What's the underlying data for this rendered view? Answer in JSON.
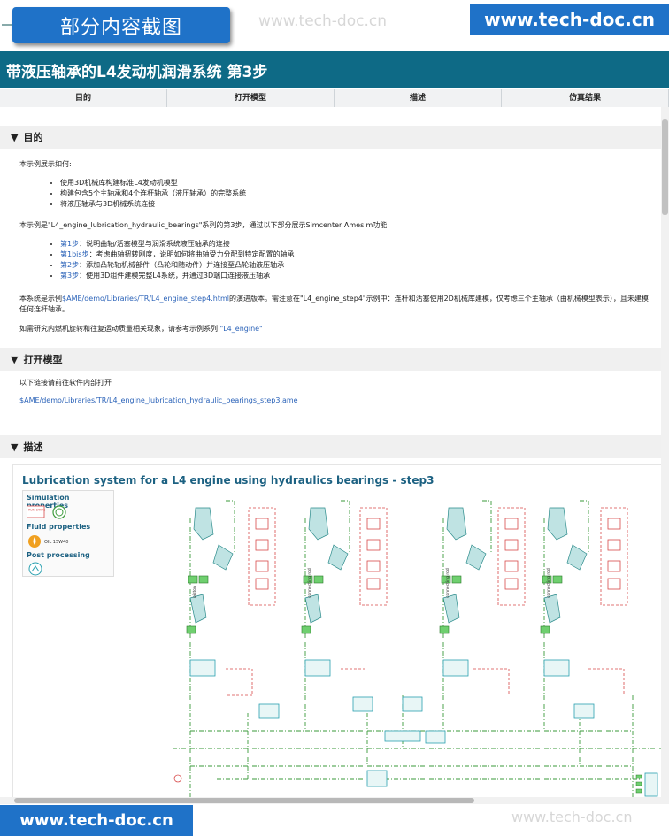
{
  "header": {
    "badge": "部分内容截图",
    "watermark": "www.tech-doc.cn",
    "site": "www.tech-doc.cn"
  },
  "page": {
    "title": "带液压轴承的L4发动机润滑系统 第3步"
  },
  "tabs": [
    "目的",
    "打开模型",
    "描述",
    "仿真结果"
  ],
  "sections": {
    "purpose": {
      "heading": "目的",
      "intro": "本示例展示如何:",
      "bullets": [
        "使用3D机械库构建标准L4发动机模型",
        "构建包含5个主轴承和4个连杆轴承（液压轴承）的完整系统",
        "将液压轴承与3D机械系统连接"
      ],
      "series_text": "本示例是\"L4_engine_lubrication_hydraulic_bearings\"系列的第3步，通过以下部分展示Simcenter Amesim功能:",
      "steps": [
        {
          "link": "第1步",
          "text": "：说明曲轴/活塞模型与润滑系统液压轴承的连接"
        },
        {
          "link": "第1bis步",
          "text": "：考虑曲轴扭转刚度，说明如何将曲轴受力分配到特定配置的轴承"
        },
        {
          "link": "第2步",
          "text": "：添加凸轮轴机械部件（凸轮和随动件）并连接至凸轮轴液压轴承"
        },
        {
          "link": "第3步",
          "text": "：使用3D组件建模完整L4系统，并通过3D端口连接液压轴承"
        }
      ],
      "evolution_pre": "本系统是示例",
      "evolution_link": "$AME/demo/Libraries/TR/L4_engine_step4.html",
      "evolution_post": "的演进版本。需注意在\"L4_engine_step4\"示例中：连杆和活塞使用2D机械库建模，仅考虑三个主轴承（由机械模型表示），且未建模任何连杆轴承。",
      "further_pre": "如需研究内燃机旋转和往复运动质量相关现象，请参考示例系列 ",
      "further_link": "\"L4_engine\""
    },
    "open_model": {
      "heading": "打开模型",
      "text": "以下链接请前往软件内部打开",
      "link": "$AME/demo/Libraries/TR/L4_engine_lubrication_hydraulic_bearings_step3.ame"
    },
    "description": {
      "heading": "描述",
      "diagram_title": "Lubrication system for a L4 engine using hydraulics bearings - step3",
      "panel": {
        "simulation": "Simulation properties",
        "run_stats": "RUN STATS",
        "fluid": "Fluid properties",
        "fluid_name": "OIL 15W40",
        "post": "Post processing"
      },
      "unit_labels": [
        "piston",
        "connecting rod",
        "connecting rod",
        "connecting rod"
      ]
    }
  },
  "footer": {
    "site": "www.tech-doc.cn",
    "watermark": "www.tech-doc.cn"
  },
  "colors": {
    "brand_blue": "#1f72c8",
    "title_teal": "#0e6a86",
    "link_blue": "#2a62b8",
    "diagram_green": "#3a9a3a",
    "diagram_red": "#d84a4a",
    "diagram_cyan": "#2aa0b0"
  }
}
